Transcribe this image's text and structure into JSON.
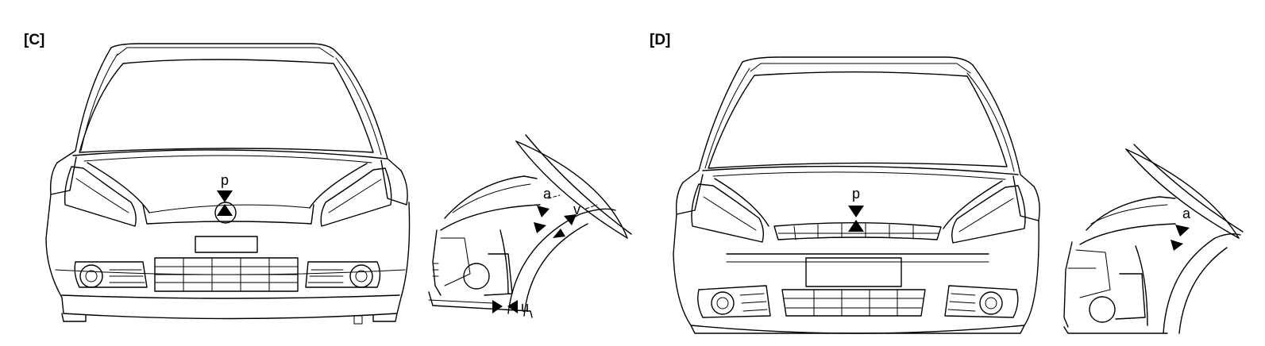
{
  "panels": {
    "c": {
      "label": "[C]"
    },
    "d": {
      "label": "[D]"
    }
  },
  "callouts": {
    "c_front_p": "p",
    "c_side_a": "a",
    "c_side_v": "v",
    "c_side_u": "u",
    "d_front_p": "p",
    "d_side_a": "a"
  },
  "colors": {
    "line": "#000000",
    "background": "#ffffff"
  }
}
